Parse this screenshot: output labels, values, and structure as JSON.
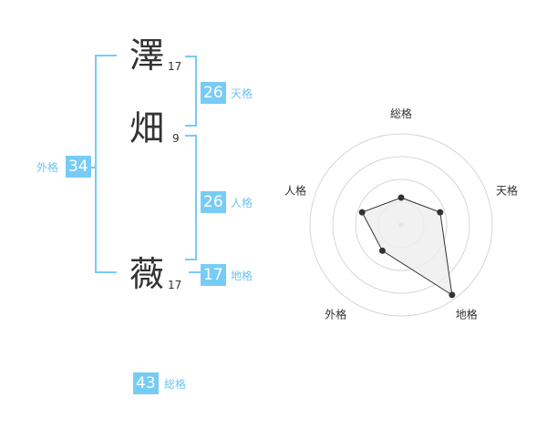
{
  "name": {
    "chars": [
      {
        "char": "澤",
        "strokes": "17"
      },
      {
        "char": "畑",
        "strokes": "9"
      },
      {
        "char": "薇",
        "strokes": "17"
      }
    ]
  },
  "fortunes": {
    "tenkaku": {
      "value": "26",
      "label": "天格"
    },
    "jinkaku": {
      "value": "26",
      "label": "人格"
    },
    "chikaku": {
      "value": "17",
      "label": "地格"
    },
    "gaikaku": {
      "value": "34",
      "label": "外格"
    },
    "soukaku": {
      "value": "43",
      "label": "総格"
    }
  },
  "chart_data": {
    "type": "radar",
    "axes": [
      "総格",
      "天格",
      "地格",
      "外格",
      "人格"
    ],
    "values": [
      0.3,
      0.45,
      0.95,
      0.35,
      0.45
    ],
    "scale_max": 1,
    "rings": 4,
    "grid": true,
    "fill_color": "#eeeeee",
    "line_color": "#333333",
    "ring_color": "#d6d6d6"
  },
  "colors": {
    "accent": "#77ccf6",
    "label": "#6cc5f0",
    "text": "#333333"
  }
}
